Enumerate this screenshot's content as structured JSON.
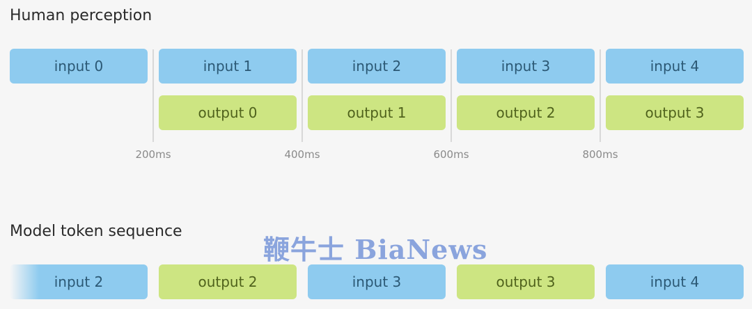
{
  "human": {
    "title": "Human perception",
    "inputs": [
      "input 0",
      "input 1",
      "input 2",
      "input 3",
      "input 4"
    ],
    "outputs": [
      "output 0",
      "output 1",
      "output 2",
      "output 3"
    ],
    "ticks": [
      "200ms",
      "400ms",
      "600ms",
      "800ms"
    ]
  },
  "model": {
    "title": "Model token sequence",
    "tokens": [
      {
        "label": "input 2",
        "kind": "input"
      },
      {
        "label": "output 2",
        "kind": "output"
      },
      {
        "label": "input 3",
        "kind": "input"
      },
      {
        "label": "output 3",
        "kind": "output"
      },
      {
        "label": "input 4",
        "kind": "input"
      }
    ]
  },
  "watermark": "鞭牛士 BiaNews",
  "colors": {
    "input": "#8ecbef",
    "output": "#cde582",
    "background": "#f6f6f6"
  }
}
